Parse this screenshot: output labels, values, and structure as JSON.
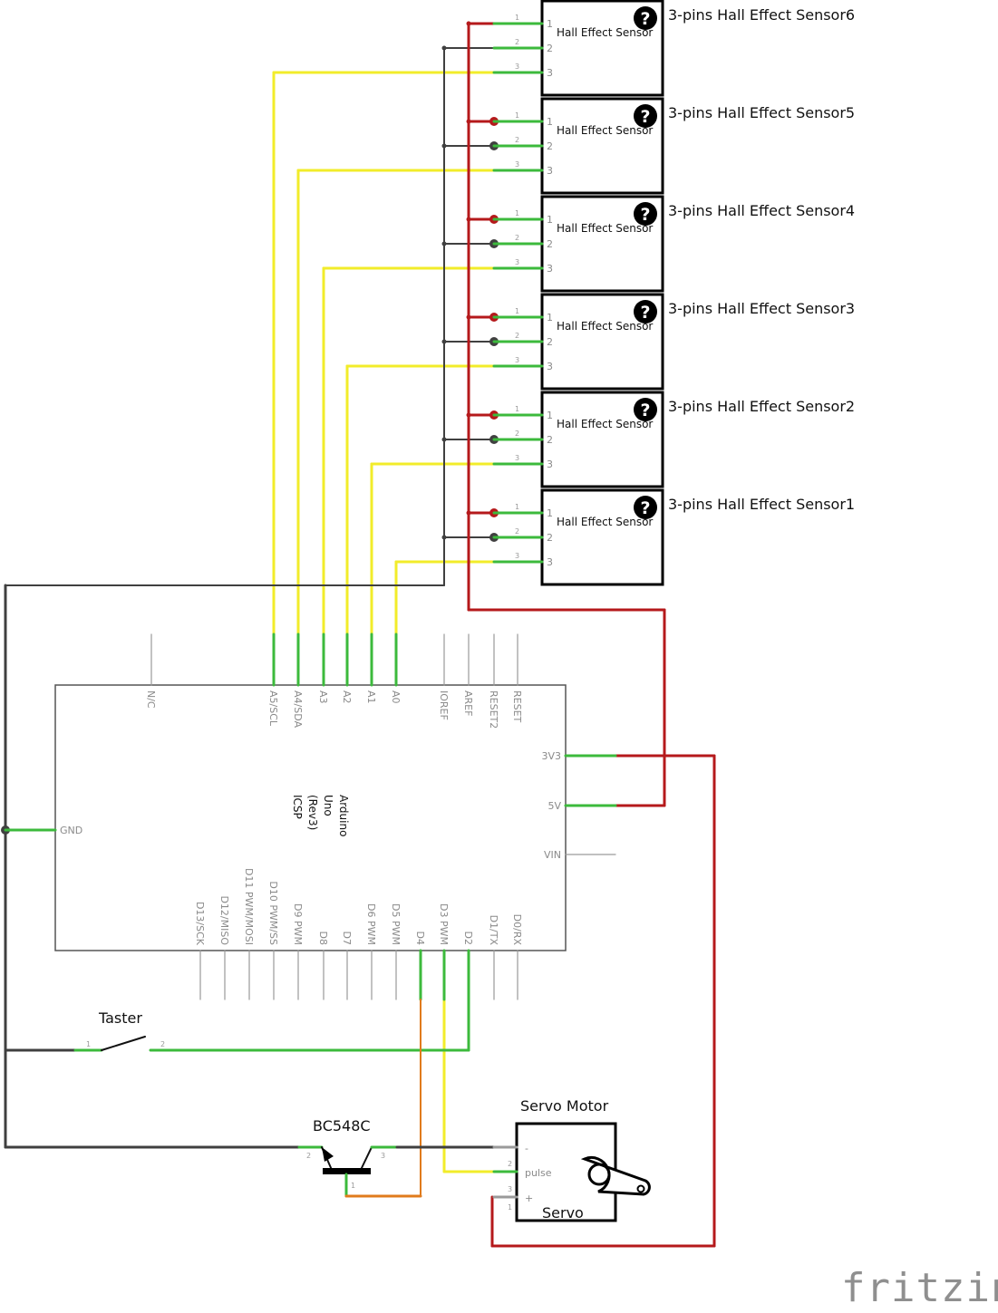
{
  "sensors": [
    {
      "title": "3-pins Hall Effect Sensor6",
      "label": "Hall Effect Sensor",
      "pins": [
        "1",
        "2",
        "3"
      ],
      "icon": "question-icon"
    },
    {
      "title": "3-pins Hall Effect Sensor5",
      "label": "Hall Effect Sensor",
      "pins": [
        "1",
        "2",
        "3"
      ],
      "icon": "question-icon"
    },
    {
      "title": "3-pins Hall Effect Sensor4",
      "label": "Hall Effect Sensor",
      "pins": [
        "1",
        "2",
        "3"
      ],
      "icon": "question-icon"
    },
    {
      "title": "3-pins Hall Effect Sensor3",
      "label": "Hall Effect Sensor",
      "pins": [
        "1",
        "2",
        "3"
      ],
      "icon": "question-icon"
    },
    {
      "title": "3-pins Hall Effect Sensor2",
      "label": "Hall Effect Sensor",
      "pins": [
        "1",
        "2",
        "3"
      ],
      "icon": "question-icon"
    },
    {
      "title": "3-pins Hall Effect Sensor1",
      "label": "Hall Effect Sensor",
      "pins": [
        "1",
        "2",
        "3"
      ],
      "icon": "question-icon"
    }
  ],
  "arduino": {
    "name_lines": [
      "Arduino",
      "Uno",
      "(Rev3)",
      "ICSP"
    ],
    "top_pins": [
      "N/C",
      "A5/SCL",
      "A4/SDA",
      "A3",
      "A2",
      "A1",
      "A0",
      "IOREF",
      "AREF",
      "RESET2",
      "RESET"
    ],
    "right_pins": [
      "3V3",
      "5V",
      "VIN"
    ],
    "left_pins": [
      "GND"
    ],
    "bottom_pins": [
      "D13/SCK",
      "D12/MISO",
      "D11 PWM/MOSI",
      "D10 PWM/SS",
      "D9 PWM",
      "D8",
      "D7",
      "D6 PWM",
      "D5 PWM",
      "D4",
      "D3 PWM",
      "D2",
      "D1/TX",
      "D0/RX"
    ]
  },
  "switch": {
    "title": "Taster",
    "pins": [
      "1",
      "2"
    ]
  },
  "transistor": {
    "title": "BC548C",
    "pins": [
      "2",
      "3",
      "1"
    ]
  },
  "servo": {
    "title": "Servo Motor",
    "label": "Servo",
    "pin_labels": [
      "-",
      "pulse",
      "+"
    ],
    "pin_numbers": [
      "2",
      "3",
      "1"
    ]
  },
  "watermark": "fritzing",
  "colors": {
    "power": "#b5191b",
    "ground": "#404040",
    "signal": "#f2ec2a",
    "control": "#e07b1c",
    "pin_active": "#3cba3c",
    "pin_idle": "#9a9a9a"
  }
}
